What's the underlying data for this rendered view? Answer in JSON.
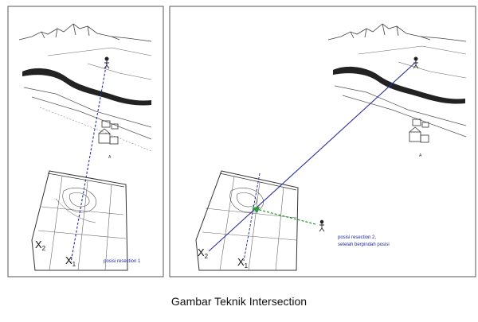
{
  "panels": [
    {
      "label_x2": "X",
      "label_x2_sub": "2",
      "label_x1": "X",
      "label_x1_sub": "1",
      "note": "posisi resection 1"
    },
    {
      "label_x2": "X",
      "label_x2_sub": "2",
      "label_x1": "X",
      "label_x1_sub": "1",
      "note_line1": "posisi resection 2,",
      "note_line2": "setelah berpindah posisi"
    }
  ],
  "caption": "Gambar Teknik Intersection",
  "colors": {
    "sight_line": "#2b2f9a",
    "arrow": "#2e9b3a",
    "note_text": "#1f2aa0",
    "sketch": "#333333"
  }
}
